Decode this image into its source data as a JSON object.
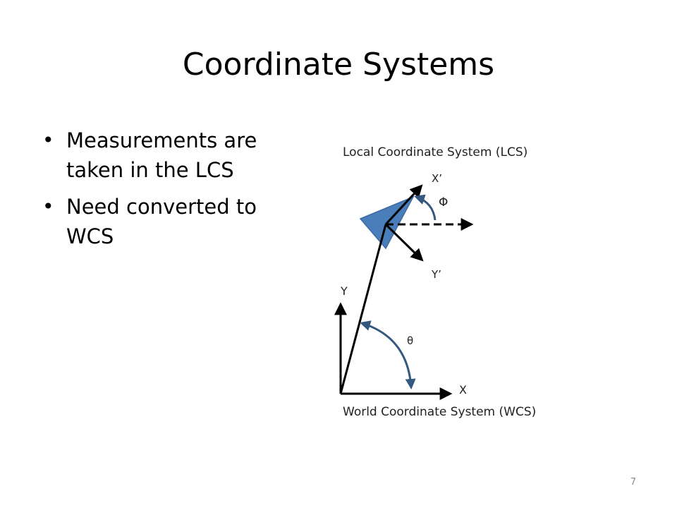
{
  "slide": {
    "title": "Coordinate Systems",
    "bullets": [
      "Measurements are taken in the LCS",
      "Need converted to WCS"
    ],
    "page_number": "7"
  },
  "diagram": {
    "lcs_label": "Local Coordinate System (LCS)",
    "wcs_label": "World Coordinate System (WCS)",
    "x_prime": "X’",
    "y_prime": "Y’",
    "phi": "Φ",
    "y_axis": "Y",
    "x_axis": "X",
    "theta": "θ"
  },
  "colors": {
    "triangle_fill": "#4a7ebb",
    "triangle_stroke": "#3b6aa3",
    "arc": "#35587f",
    "axis": "#000000"
  }
}
